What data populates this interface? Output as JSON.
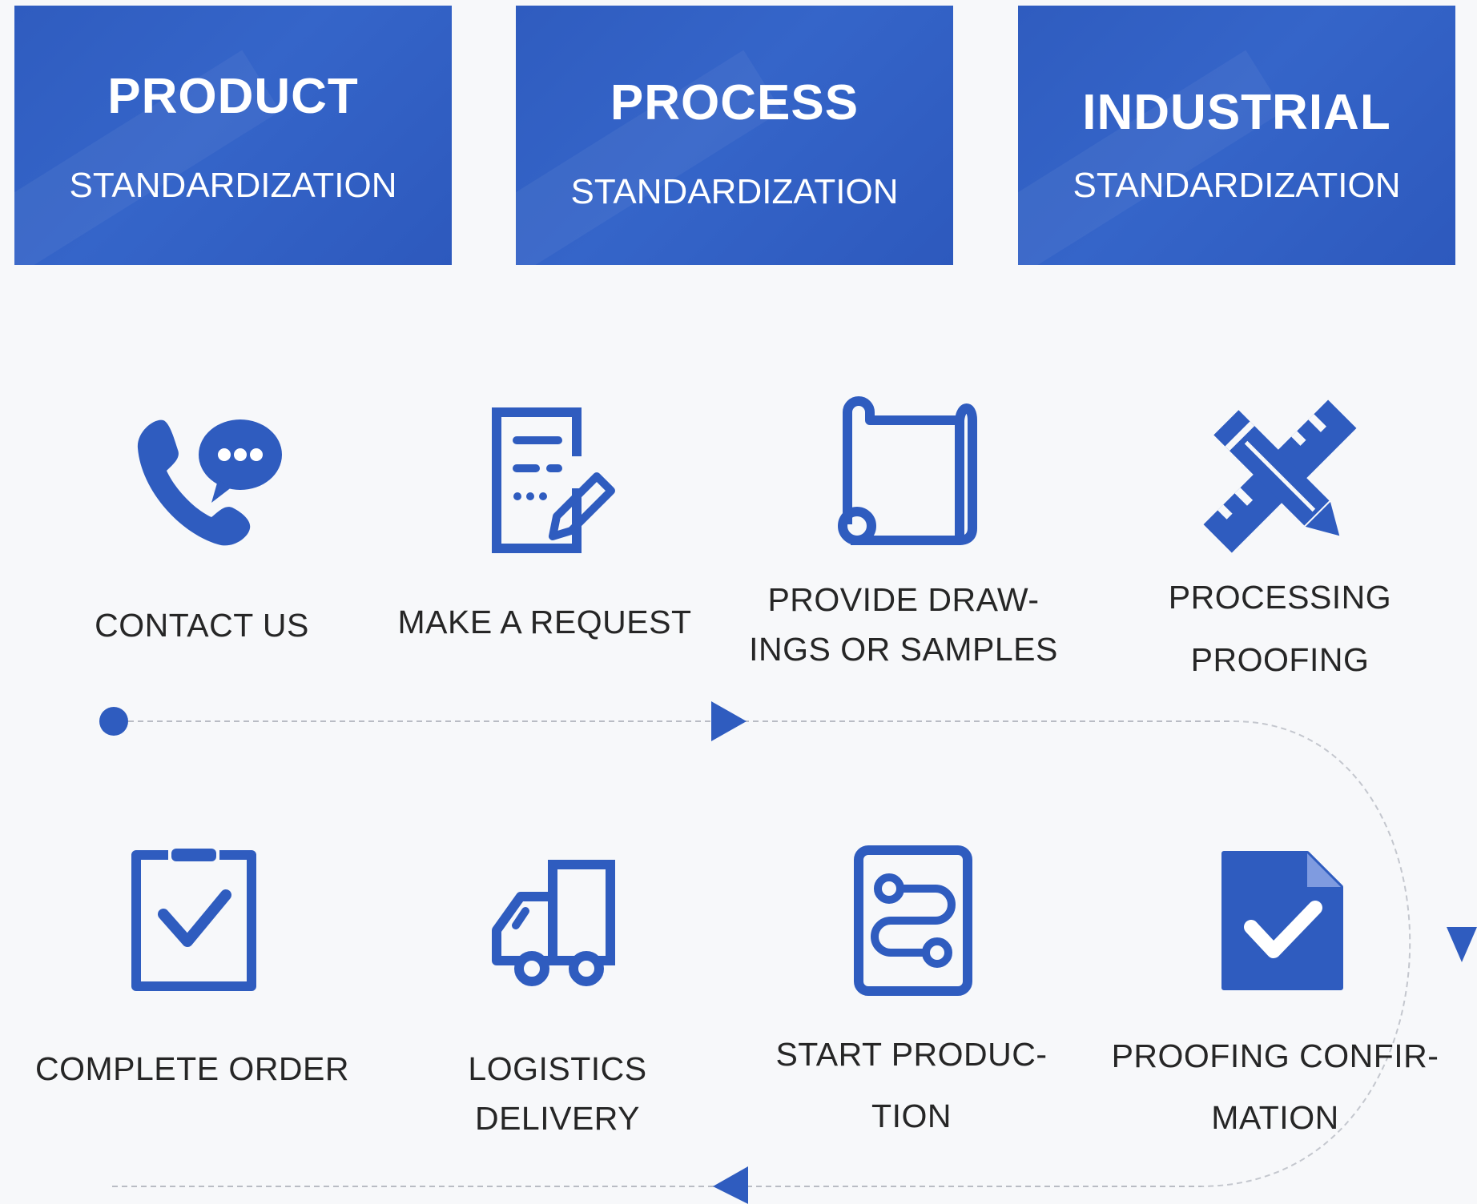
{
  "banners": [
    {
      "title": "PRODUCT",
      "subtitle": "STANDARDIZATION"
    },
    {
      "title": "PROCESS",
      "subtitle": "STANDARDIZATION"
    },
    {
      "title": "INDUSTRIAL",
      "subtitle": "STANDARDIZATION"
    }
  ],
  "steps_row1": [
    {
      "icon": "phone-chat-icon",
      "line1": "CONTACT US",
      "line2": ""
    },
    {
      "icon": "request-form-icon",
      "line1": "MAKE A REQUEST",
      "line2": ""
    },
    {
      "icon": "blueprint-scroll-icon",
      "line1": "PROVIDE DRAW-",
      "line2": "INGS OR SAMPLES"
    },
    {
      "icon": "ruler-pencil-icon",
      "line1": "PROCESSING",
      "line2": "PROOFING"
    }
  ],
  "steps_row2": [
    {
      "icon": "clipboard-check-icon",
      "line1": "COMPLETE ORDER",
      "line2": ""
    },
    {
      "icon": "delivery-truck-icon",
      "line1": "LOGISTICS DELIVERY",
      "line2": ""
    },
    {
      "icon": "production-flow-icon",
      "line1": "START PRODUC-",
      "line2": "TION"
    },
    {
      "icon": "document-check-icon",
      "line1": "PROOFING CONFIR-",
      "line2": "MATION"
    }
  ],
  "colors": {
    "accent": "#2f5cbf",
    "text": "#262626",
    "background": "#f7f8fa"
  }
}
